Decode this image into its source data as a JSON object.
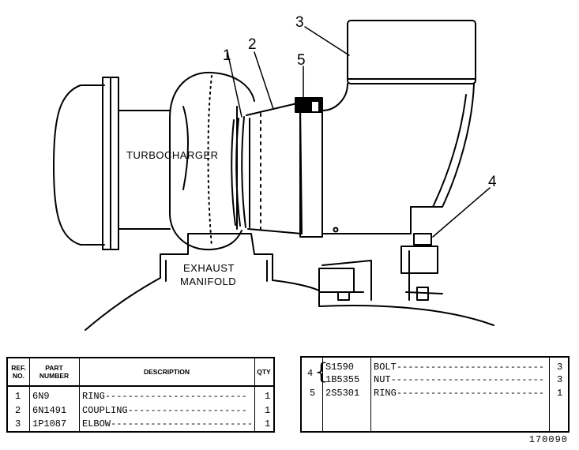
{
  "diagram": {
    "labels": {
      "turbocharger": "TURBOCHARGER",
      "exhaust_line1": "EXHAUST",
      "exhaust_line2": "MANIFOLD"
    },
    "callouts": [
      "1",
      "2",
      "3",
      "4",
      "5"
    ]
  },
  "parts_table_left": {
    "headers": {
      "ref_no_line1": "REF.",
      "ref_no_line2": "NO.",
      "part_number_line1": "PART",
      "part_number_line2": "NUMBER",
      "description": "DESCRIPTION",
      "qty": "QTY"
    },
    "rows": [
      {
        "ref": "1",
        "part": "6N9",
        "desc": "RING",
        "qty": "1"
      },
      {
        "ref": "2",
        "part": "6N1491",
        "desc": "COUPLING",
        "qty": "1"
      },
      {
        "ref": "3",
        "part": "1P1087",
        "desc": "ELBOW",
        "qty": "1"
      }
    ]
  },
  "parts_table_right": {
    "group_ref": "4",
    "rows": [
      {
        "ref": "",
        "part": "S1590",
        "desc": "BOLT",
        "qty": "3"
      },
      {
        "ref": "",
        "part": "1B5355",
        "desc": "NUT",
        "qty": "3"
      },
      {
        "ref": "5",
        "part": "2S5301",
        "desc": "RING",
        "qty": "1"
      }
    ]
  },
  "figure_number": "170090"
}
